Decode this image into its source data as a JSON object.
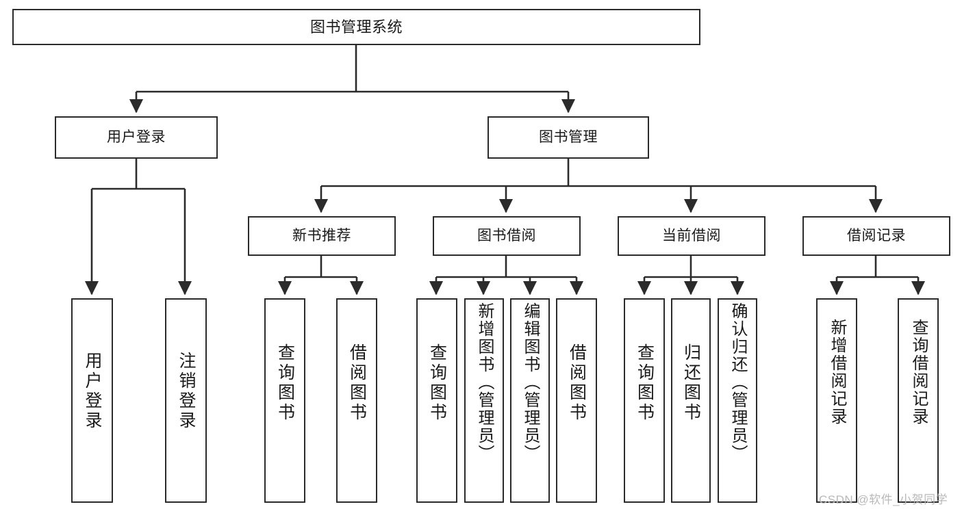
{
  "diagram": {
    "title": "图书管理系统",
    "type": "tree-hierarchy-chart",
    "watermark": "CSDN @软件_小贺同学",
    "colors": {
      "stroke": "#2b2b2b",
      "fill": "#ffffff",
      "text": "#1a1a1a",
      "watermark": "#b9b9b9"
    }
  },
  "nodes": {
    "root": {
      "label": "图书管理系统"
    },
    "level1": [
      {
        "id": "user-login",
        "label": "用户登录"
      },
      {
        "id": "book-manage",
        "label": "图书管理"
      }
    ],
    "level2": [
      {
        "id": "new-book-recommend",
        "label": "新书推荐"
      },
      {
        "id": "book-borrow",
        "label": "图书借阅"
      },
      {
        "id": "current-borrow",
        "label": "当前借阅"
      },
      {
        "id": "borrow-record",
        "label": "借阅记录"
      }
    ],
    "leaves": {
      "user-login": [
        {
          "id": "leaf-user-login",
          "label": "用户登录"
        },
        {
          "id": "leaf-logout",
          "label": "注销登录"
        }
      ],
      "new-book-recommend": [
        {
          "id": "leaf-query-book-1",
          "label": "查询图书"
        },
        {
          "id": "leaf-borrow-book-1",
          "label": "借阅图书"
        }
      ],
      "book-borrow": [
        {
          "id": "leaf-query-book-2",
          "label": "查询图书"
        },
        {
          "id": "leaf-add-book",
          "label": "新增图书（管理员）"
        },
        {
          "id": "leaf-edit-book",
          "label": "编辑图书（管理员）"
        },
        {
          "id": "leaf-borrow-book-2",
          "label": "借阅图书"
        }
      ],
      "current-borrow": [
        {
          "id": "leaf-query-book-3",
          "label": "查询图书"
        },
        {
          "id": "leaf-return-book",
          "label": "归还图书"
        },
        {
          "id": "leaf-confirm-return",
          "label": "确认归还（管理员）"
        }
      ],
      "borrow-record": [
        {
          "id": "leaf-add-record",
          "label": "新增借阅记录"
        },
        {
          "id": "leaf-query-record",
          "label": "查询借阅记录"
        }
      ]
    }
  }
}
